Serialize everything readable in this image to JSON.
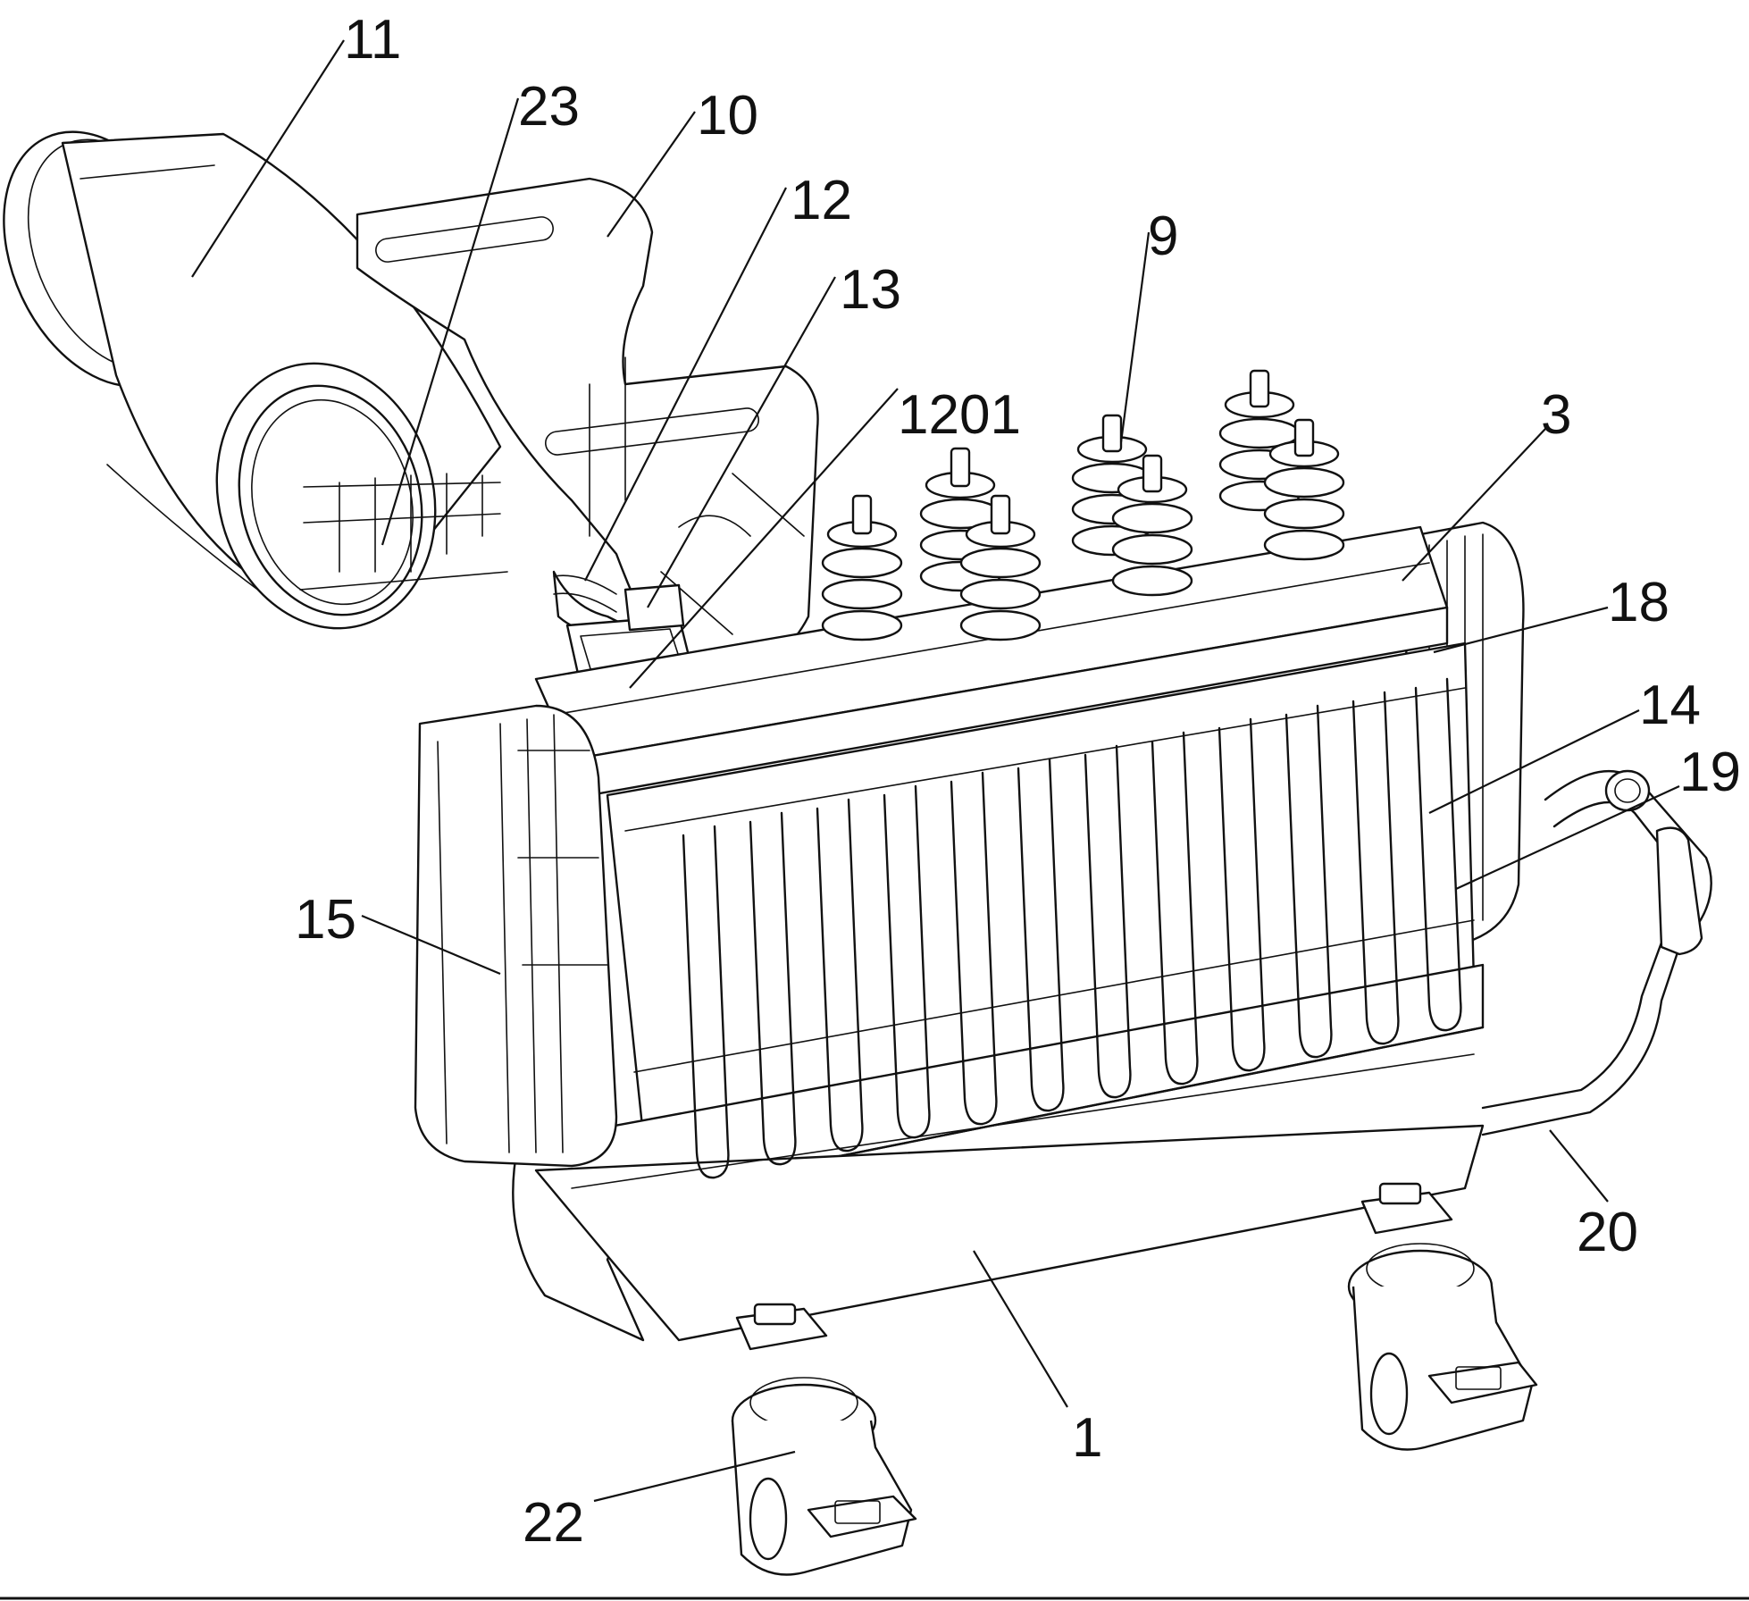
{
  "labels": {
    "l11": "11",
    "l23": "23",
    "l10": "10",
    "l12": "12",
    "l13": "13",
    "l1201": "1201",
    "l9": "9",
    "l3": "3",
    "l18": "18",
    "l14": "14",
    "l19": "19",
    "l15": "15",
    "l20": "20",
    "l1": "1",
    "l22": "22"
  }
}
